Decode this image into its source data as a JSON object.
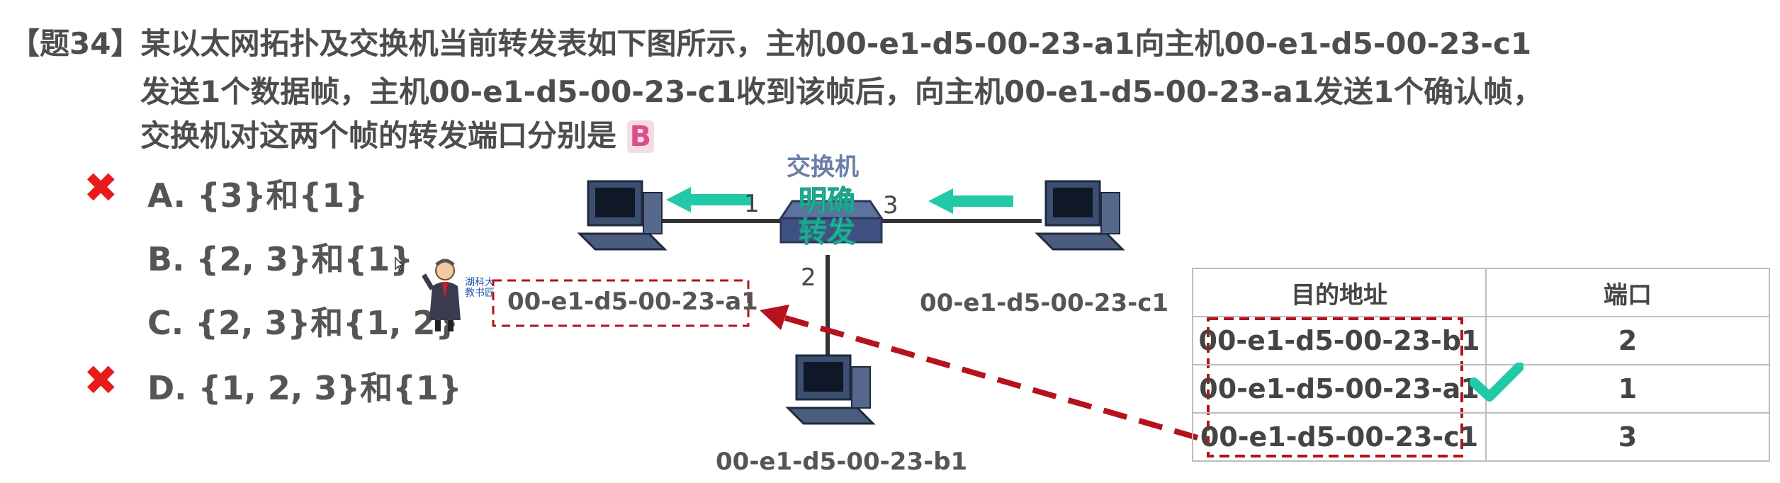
{
  "question": {
    "tag": "【题34】",
    "line1": "某以太网拓扑及交换机当前转发表如下图所示，主机00-e1-d5-00-23-a1向主机00-e1-d5-00-23-c1",
    "line2": "发送1个数据帧，主机00-e1-d5-00-23-c1收到该帧后，向主机00-e1-d5-00-23-a1发送1个确认帧，",
    "line3": "交换机对这两个帧的转发端口分别是",
    "answer": "B"
  },
  "options": [
    {
      "label": "A. {3}和{1}",
      "marked_wrong": true
    },
    {
      "label": "B. {2, 3}和{1}",
      "marked_wrong": false
    },
    {
      "label": "C. {2, 3}和{1, 2}",
      "marked_wrong": false
    },
    {
      "label": "D. {1, 2, 3}和{1}",
      "marked_wrong": true
    }
  ],
  "diagram": {
    "switch_label": "交换机",
    "annotation_line1": "明确",
    "annotation_line2": "转发",
    "ports": {
      "left": "1",
      "right": "3",
      "bottom": "2"
    },
    "host_left_mac": "00-e1-d5-00-23-a1",
    "host_right_mac": "00-e1-d5-00-23-c1",
    "host_bottom_mac": "00-e1-d5-00-23-b1",
    "teacher_text_1": "湖科大",
    "teacher_text_2": "教书匠"
  },
  "forwarding_table": {
    "headers": [
      "目的地址",
      "端口"
    ],
    "rows": [
      {
        "address": "00-e1-d5-00-23-b1",
        "port": "2",
        "checked": false
      },
      {
        "address": "00-e1-d5-00-23-a1",
        "port": "1",
        "checked": true
      },
      {
        "address": "00-e1-d5-00-23-c1",
        "port": "3",
        "checked": false
      }
    ]
  },
  "colors": {
    "wrong_mark": "#e81b1b",
    "teal": "#22c9a9",
    "dashed_red": "#b5121b",
    "answer_pink": "#d94f8a"
  }
}
